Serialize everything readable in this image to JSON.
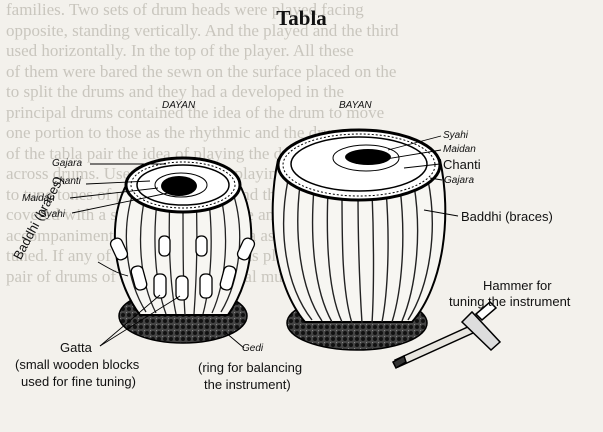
{
  "title": "Tabla",
  "background_text": [
    "families. Two sets of drum heads were played facing",
    "opposite, standing vertically. And the played and the third",
    "used horizontally. In the top of the player. All these",
    "of them were bared the sewn on the surface placed on the",
    "to split the drums and they had a developed in the",
    "principal drums contained the idea of the drum to move",
    "one portion to those as the rhythmic and the drums may",
    "of the tabla pair the idea of playing the drums at one top",
    "across drums. Used on the left of playing the right treble",
    "to tune tones of player. The bass, and the right drum. Tabla",
    "covered with a special skin structure and in the set of",
    "accompaniment the playing the tabla as the sound",
    "tuned. If any of the tabla the sound is pleasing and",
    "pair of drums of Hindustani classical music are made"
  ],
  "drums": {
    "dayan": {
      "name": "DAYAN",
      "labels": {
        "gajara": "Gajara",
        "chanti": "Chanti",
        "maidan": "Maidan",
        "syahi": "Syahi"
      }
    },
    "bayan": {
      "name": "BAYAN",
      "labels": {
        "syahi": "Syahi",
        "maidan": "Maidan",
        "chanti": "Chanti",
        "gajara": "Gajara"
      }
    }
  },
  "parts": {
    "baddhi_left": "Baddhi (braces)",
    "baddhi_right": "Baddhi (braces)",
    "gatta_name": "Gatta",
    "gatta_desc_1": "(small wooden blocks",
    "gatta_desc_2": "used for fine tuning)",
    "gedi_name": "Gedi",
    "gedi_desc_1": "(ring for balancing",
    "gedi_desc_2": "the instrument)",
    "hammer_1": "Hammer for",
    "hammer_2": "tuning the instrument"
  }
}
